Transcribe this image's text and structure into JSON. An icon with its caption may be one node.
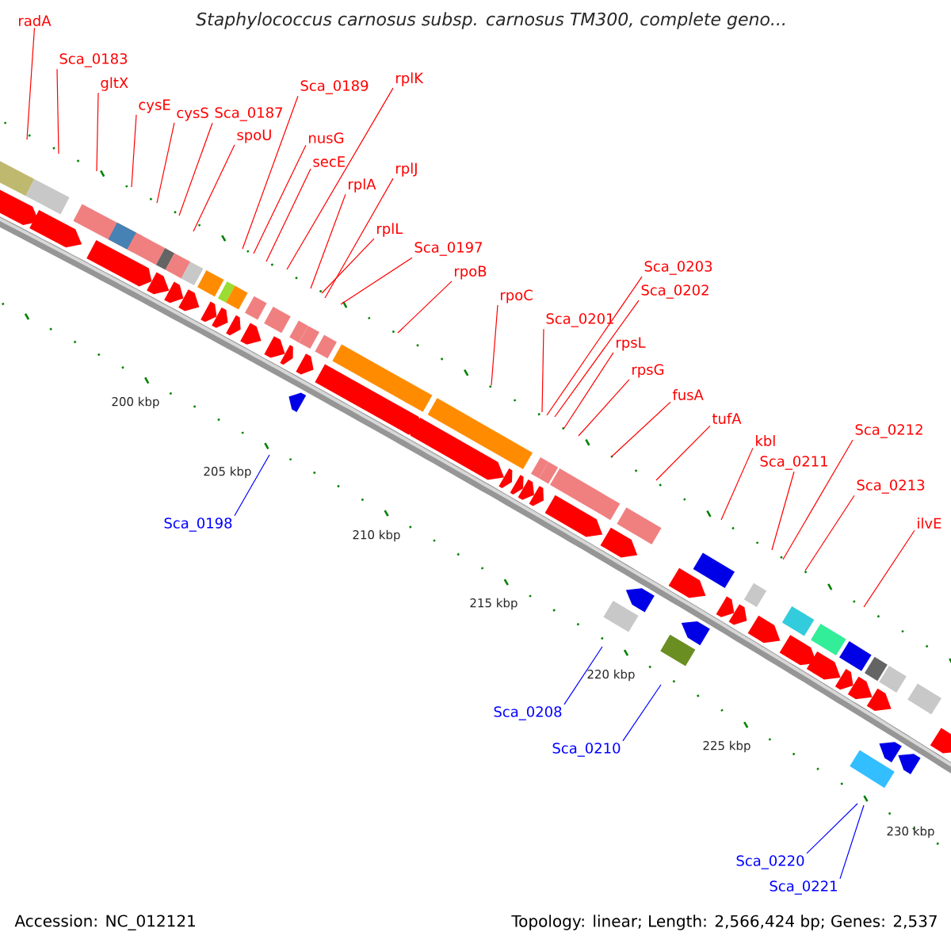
{
  "diagram": {
    "title": "Staphylococcus carnosus subsp. carnosus TM300, complete geno...",
    "nodes": [
      {
        "text": [
          "radA"
        ]
      },
      {
        "text": [
          "Sca_0183"
        ]
      },
      {
        "text": [
          "gltX"
        ]
      },
      {
        "text": [
          "cysE"
        ]
      },
      {
        "text": [
          "cysS"
        ]
      },
      {
        "text": [
          "Sca_0187"
        ]
      },
      {
        "text": [
          "spoU"
        ]
      },
      {
        "text": [
          "Sca_0189"
        ]
      },
      {
        "text": [
          "nusG"
        ]
      },
      {
        "text": [
          "secE"
        ]
      },
      {
        "text": [
          "rplK"
        ]
      },
      {
        "text": [
          "rplA"
        ]
      },
      {
        "text": [
          "rplJ"
        ]
      },
      {
        "text": [
          "rplL"
        ]
      },
      {
        "text": [
          "Sca_0197"
        ]
      },
      {
        "text": [
          "rpoB"
        ]
      },
      {
        "text": [
          "rpoC"
        ]
      },
      {
        "text": [
          "Sca_0201"
        ]
      },
      {
        "text": [
          "Sca_0203"
        ]
      },
      {
        "text": [
          "Sca_0202"
        ]
      },
      {
        "text": [
          "rpsL"
        ]
      },
      {
        "text": [
          "rpsG"
        ]
      },
      {
        "text": [
          "fusA"
        ]
      },
      {
        "text": [
          "tufA"
        ]
      },
      {
        "text": [
          "kbl"
        ]
      },
      {
        "text": [
          "Sca_0211"
        ]
      },
      {
        "text": [
          "Sca_0212"
        ]
      },
      {
        "text": [
          "Sca_0213"
        ]
      },
      {
        "text": [
          "ilvE"
        ]
      },
      {
        "text": [
          "Sca_0198"
        ]
      },
      {
        "text": [
          "Sca_0208"
        ]
      },
      {
        "text": [
          "Sca_0210"
        ]
      },
      {
        "text": [
          "Sca_0220"
        ]
      },
      {
        "text": [
          "Sca_0221"
        ]
      }
    ],
    "edges": [
      {
        "from": 0,
        "to": null,
        "arrow": "none"
      },
      {
        "from": 1,
        "to": null,
        "arrow": "none"
      },
      {
        "from": 2,
        "to": null,
        "arrow": "none"
      },
      {
        "from": 3,
        "to": null,
        "arrow": "none"
      },
      {
        "from": 4,
        "to": null,
        "arrow": "none"
      },
      {
        "from": 5,
        "to": null,
        "arrow": "none"
      },
      {
        "from": 6,
        "to": null,
        "arrow": "none"
      },
      {
        "from": 7,
        "to": null,
        "arrow": "none"
      },
      {
        "from": 8,
        "to": null,
        "arrow": "none"
      },
      {
        "from": 9,
        "to": null,
        "arrow": "none"
      },
      {
        "from": 10,
        "to": null,
        "arrow": "none"
      },
      {
        "from": 11,
        "to": null,
        "arrow": "none"
      },
      {
        "from": 12,
        "to": null,
        "arrow": "none"
      },
      {
        "from": 13,
        "to": null,
        "arrow": "none"
      },
      {
        "from": 14,
        "to": null,
        "arrow": "none"
      },
      {
        "from": 15,
        "to": null,
        "arrow": "none"
      },
      {
        "from": 16,
        "to": null,
        "arrow": "none"
      },
      {
        "from": 17,
        "to": null,
        "arrow": "none"
      },
      {
        "from": 18,
        "to": null,
        "arrow": "none"
      },
      {
        "from": 19,
        "to": null,
        "arrow": "none"
      },
      {
        "from": 20,
        "to": null,
        "arrow": "none"
      },
      {
        "from": 21,
        "to": null,
        "arrow": "none"
      },
      {
        "from": 22,
        "to": null,
        "arrow": "none"
      },
      {
        "from": 23,
        "to": null,
        "arrow": "none"
      },
      {
        "from": 24,
        "to": null,
        "arrow": "none"
      },
      {
        "from": 25,
        "to": null,
        "arrow": "none"
      },
      {
        "from": 26,
        "to": null,
        "arrow": "none"
      },
      {
        "from": 27,
        "to": null,
        "arrow": "none"
      },
      {
        "from": 28,
        "to": null,
        "arrow": "none"
      },
      {
        "from": 29,
        "to": null,
        "arrow": "none",
        "color": "#0000ff"
      },
      {
        "from": 30,
        "to": null,
        "arrow": "none",
        "color": "#0000ff"
      },
      {
        "from": 31,
        "to": null,
        "arrow": "none",
        "color": "#0000ff"
      },
      {
        "from": 32,
        "to": null,
        "arrow": "none",
        "color": "#0000ff"
      },
      {
        "from": 33,
        "to": null,
        "arrow": "none",
        "color": "#0000ff"
      }
    ],
    "labels": [
      "200 kbp",
      "205 kbp",
      "210 kbp",
      "215 kbp",
      "220 kbp",
      "225 kbp",
      "230 kbp",
      "Accession: NC_012121",
      "Topology: linear; Length: 2,566,424 bp; Genes: 2,537"
    ]
  }
}
